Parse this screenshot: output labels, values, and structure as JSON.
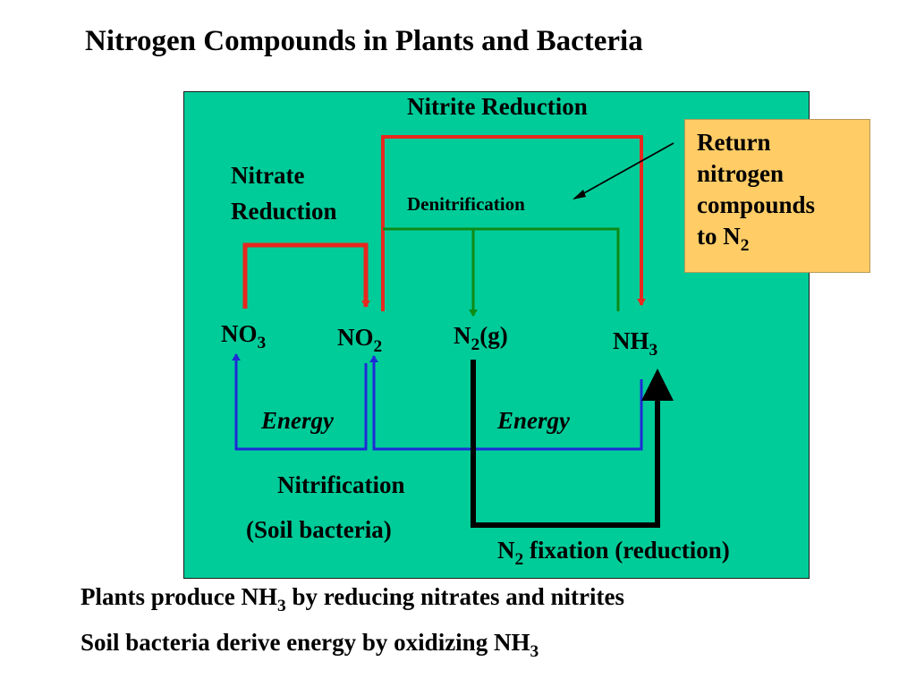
{
  "title": "Nitrogen Compounds in Plants and Bacteria",
  "diagram": {
    "panel_color": "#00cc99",
    "colors": {
      "reduction": "#e8281e",
      "denitrification": "#0e8a16",
      "nitrification": "#1f2bd6",
      "fixation": "#000000"
    },
    "processes": {
      "nitrite_reduction": "Nitrite Reduction",
      "nitrate_reduction_line1": "Nitrate",
      "nitrate_reduction_line2": "Reduction",
      "denitrification": "Denitrification",
      "nitrification": "Nitrification",
      "soil_bacteria": "(Soil bacteria)",
      "energy_left": "Energy",
      "energy_right": "Energy",
      "fixation_n": "N",
      "fixation_sub": "2",
      "fixation_rest": " fixation (reduction)"
    },
    "compounds": {
      "no3": {
        "base": "NO",
        "sub": "3"
      },
      "no2": {
        "base": "NO",
        "sub": "2"
      },
      "n2": {
        "base": "N",
        "sub": "2",
        "suffix": "(g)"
      },
      "nh3": {
        "base": "NH",
        "sub": "3"
      }
    },
    "callout": {
      "line1": "Return",
      "line2": "nitrogen",
      "line3": "compounds",
      "line4_text": "to N",
      "line4_sub": "2"
    }
  },
  "bullets": [
    {
      "before": "Plants produce NH",
      "sub": "3",
      "after": " by reducing nitrates and nitrites"
    },
    {
      "before": "Soil bacteria derive energy by oxidizing NH",
      "sub": "3",
      "after": ""
    }
  ]
}
